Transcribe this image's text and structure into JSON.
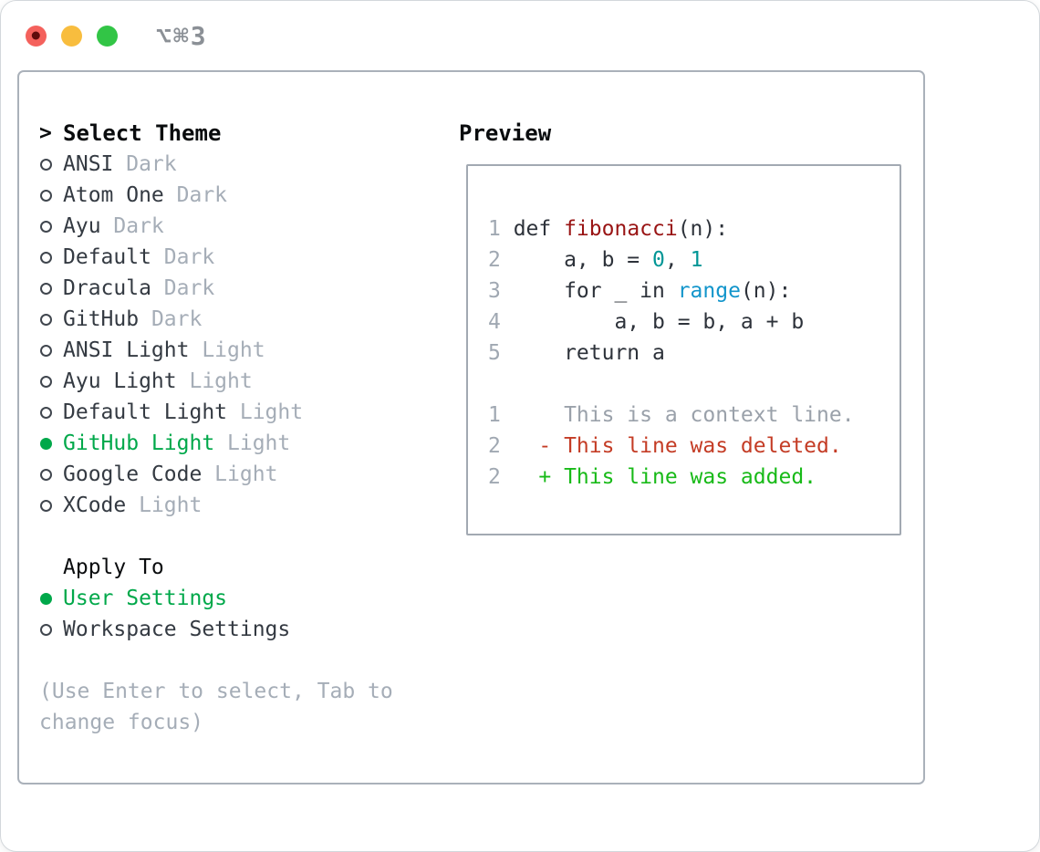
{
  "window": {
    "title": "⌥⌘3",
    "traffic_lights": [
      "close-button",
      "minimize-button",
      "zoom-button"
    ]
  },
  "theme_list": {
    "cursor": ">",
    "header": "Select Theme",
    "bullet_unselected": "○",
    "bullet_selected": "●",
    "items": [
      {
        "name": "ANSI",
        "tag": "Dark",
        "selected": false
      },
      {
        "name": "Atom One",
        "tag": "Dark",
        "selected": false
      },
      {
        "name": "Ayu",
        "tag": "Dark",
        "selected": false
      },
      {
        "name": "Default",
        "tag": "Dark",
        "selected": false
      },
      {
        "name": "Dracula",
        "tag": "Dark",
        "selected": false
      },
      {
        "name": "GitHub",
        "tag": "Dark",
        "selected": false
      },
      {
        "name": "ANSI Light",
        "tag": "Light",
        "selected": false
      },
      {
        "name": "Ayu Light",
        "tag": "Light",
        "selected": false
      },
      {
        "name": "Default Light",
        "tag": "Light",
        "selected": false
      },
      {
        "name": "GitHub Light",
        "tag": "Light",
        "selected": true
      },
      {
        "name": "Google Code",
        "tag": "Light",
        "selected": false
      },
      {
        "name": "XCode",
        "tag": "Light",
        "selected": false
      }
    ]
  },
  "apply_to": {
    "header": "Apply To",
    "items": [
      {
        "name": "User Settings",
        "selected": true
      },
      {
        "name": "Workspace Settings",
        "selected": false
      }
    ]
  },
  "help_text": "(Use Enter to select, Tab to change focus)",
  "preview": {
    "title": "Preview",
    "code_lines": [
      {
        "num": "1",
        "segments": [
          {
            "t": "def ",
            "c": "code"
          },
          {
            "t": "fibonacci",
            "c": "fn"
          },
          {
            "t": "(n):",
            "c": "code"
          }
        ]
      },
      {
        "num": "2",
        "segments": [
          {
            "t": "    a, b = ",
            "c": "code"
          },
          {
            "t": "0",
            "c": "num"
          },
          {
            "t": ", ",
            "c": "code"
          },
          {
            "t": "1",
            "c": "num"
          }
        ]
      },
      {
        "num": "3",
        "segments": [
          {
            "t": "    for _ in ",
            "c": "code"
          },
          {
            "t": "range",
            "c": "builtin"
          },
          {
            "t": "(n):",
            "c": "code"
          }
        ]
      },
      {
        "num": "4",
        "segments": [
          {
            "t": "        a, b = b, a + b",
            "c": "code"
          }
        ]
      },
      {
        "num": "5",
        "segments": [
          {
            "t": "    return a",
            "c": "code"
          }
        ]
      }
    ],
    "diff_lines": [
      {
        "num": "1",
        "segments": [
          {
            "t": "    This is a context line.",
            "c": "ctx"
          }
        ]
      },
      {
        "num": "2",
        "segments": [
          {
            "t": "  - This line was deleted.",
            "c": "del"
          }
        ]
      },
      {
        "num": "2",
        "segments": [
          {
            "t": "  + This line was added.",
            "c": "add"
          }
        ]
      }
    ]
  },
  "colors": {
    "accent_green": "#00a84a",
    "addition_green": "#18ba18",
    "deletion_red": "#c43c25",
    "function_red": "#991414",
    "number_teal": "#009696",
    "builtin_blue": "#1295cb",
    "muted_gray": "#a5adb7",
    "traffic_red": "#f4615c",
    "traffic_yellow": "#f8bd3e",
    "traffic_green": "#32c546"
  }
}
